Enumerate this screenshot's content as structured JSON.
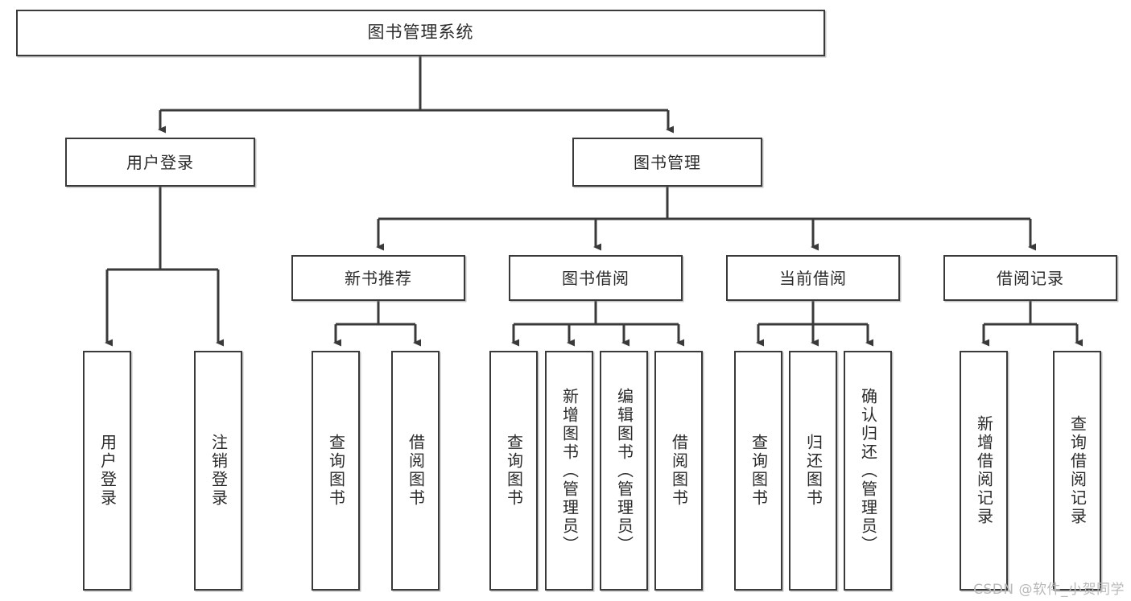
{
  "diagram": {
    "title": "图书管理系统",
    "type": "tree",
    "watermark": "CSDN @软件_小贺同学",
    "colors": {
      "stroke": "#3a3a3a",
      "fill": "#ffffff",
      "text": "#2b2b2b",
      "watermark": "#b9b9b9"
    },
    "nodes": {
      "root": {
        "label": "图书管理系统"
      },
      "level1": [
        {
          "id": "user-login",
          "label": "用户登录"
        },
        {
          "id": "book-manage",
          "label": "图书管理"
        }
      ],
      "level2": [
        {
          "id": "new-book-recommend",
          "label": "新书推荐"
        },
        {
          "id": "book-borrow",
          "label": "图书借阅"
        },
        {
          "id": "current-borrow",
          "label": "当前借阅"
        },
        {
          "id": "borrow-record",
          "label": "借阅记录"
        }
      ],
      "leaves": {
        "user_login": [
          {
            "id": "leaf-user-login",
            "label": "用户登录"
          },
          {
            "id": "leaf-logout-login",
            "label": "注销登录"
          }
        ],
        "new_book_recommend": [
          {
            "id": "leaf-query-book-1",
            "label": "查询图书"
          },
          {
            "id": "leaf-borrow-book-1",
            "label": "借阅图书"
          }
        ],
        "book_borrow": [
          {
            "id": "leaf-query-book-2",
            "label": "查询图书"
          },
          {
            "id": "leaf-add-book",
            "label": "新增图书（管理员）"
          },
          {
            "id": "leaf-edit-book",
            "label": "编辑图书（管理员）"
          },
          {
            "id": "leaf-borrow-book-2",
            "label": "借阅图书"
          }
        ],
        "current_borrow": [
          {
            "id": "leaf-query-book-3",
            "label": "查询图书"
          },
          {
            "id": "leaf-return-book",
            "label": "归还图书"
          },
          {
            "id": "leaf-confirm-return",
            "label": "确认归还（管理员）"
          }
        ],
        "borrow_record": [
          {
            "id": "leaf-add-record",
            "label": "新增借阅记录"
          },
          {
            "id": "leaf-query-record",
            "label": "查询借阅记录"
          }
        ]
      }
    }
  }
}
